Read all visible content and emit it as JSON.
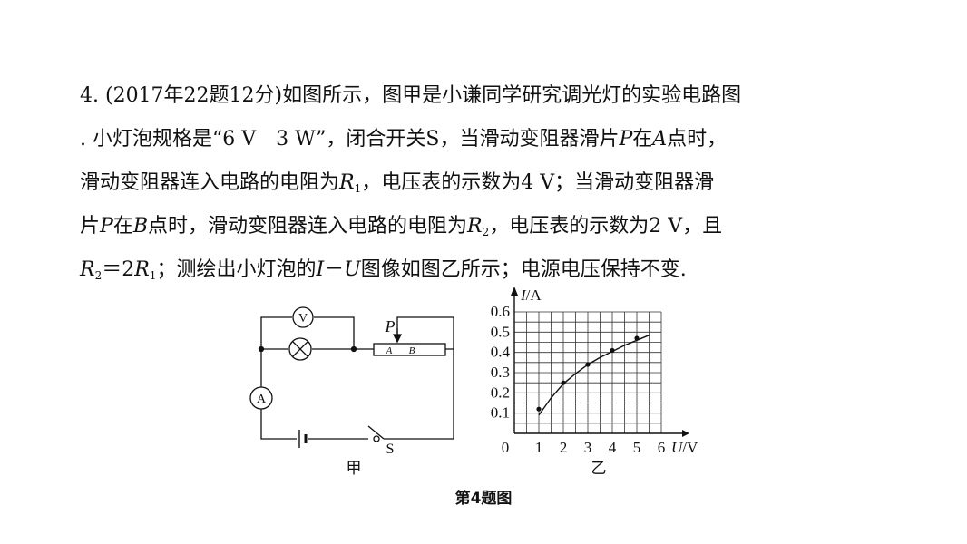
{
  "problem": {
    "line1": "4. (2017年22题12分)如图所示，图甲是小谦同学研究调光灯的实验电路图",
    "line2_a": ". 小灯泡规格是“6 V　3 W”，闭合开关S，当滑动变阻器滑片",
    "line2_p": "P",
    "line2_b": "在",
    "line2_a2": "A",
    "line2_c": "点时，",
    "line3_a": "滑动变阻器连入电路的电阻为",
    "line3_r": "R",
    "line3_sub": "1",
    "line3_b": "，电压表的示数为4 V；当滑动变阻器滑",
    "line4_a": "片",
    "line4_p": "P",
    "line4_b": "在",
    "line4_bb": "B",
    "line4_c": "点时，滑动变阻器连入电路的电阻为",
    "line4_r": "R",
    "line4_sub": "2",
    "line4_d": "，电压表的示数为2 V，且",
    "line5_r2": "R",
    "line5_sub2": "2",
    "line5_eq": "＝2",
    "line5_r1": "R",
    "line5_sub1": "1",
    "line5_a": "；测绘出小灯泡的",
    "line5_i": "I",
    "line5_dash": "－",
    "line5_u": "U",
    "line5_b": "图像如图乙所示；电源电压保持不变."
  },
  "circuit": {
    "voltmeter": "V",
    "ammeter": "A",
    "slider": "P",
    "point_a": "A",
    "point_b": "B",
    "switch": "S",
    "label": "甲"
  },
  "chart_data": {
    "type": "line",
    "title": "",
    "xlabel_var": "U",
    "xlabel_unit": "/V",
    "ylabel_var": "I",
    "ylabel_unit": "/A",
    "xlim": [
      0,
      6
    ],
    "ylim": [
      0,
      0.6
    ],
    "x_ticks": [
      "1",
      "2",
      "3",
      "4",
      "5",
      "6"
    ],
    "y_ticks": [
      "0.1",
      "0.2",
      "0.3",
      "0.4",
      "0.5",
      "0.6"
    ],
    "origin": "0",
    "grid": true,
    "curve": {
      "x": [
        1,
        1.5,
        2,
        2.5,
        3,
        3.5,
        4,
        4.5,
        5,
        5.5
      ],
      "y": [
        0.09,
        0.175,
        0.245,
        0.295,
        0.34,
        0.375,
        0.405,
        0.435,
        0.46,
        0.485
      ]
    },
    "points": {
      "x": [
        1,
        2,
        3,
        4,
        5
      ],
      "y": [
        0.12,
        0.25,
        0.34,
        0.41,
        0.47
      ]
    },
    "label": "乙"
  },
  "caption": "第4题图"
}
